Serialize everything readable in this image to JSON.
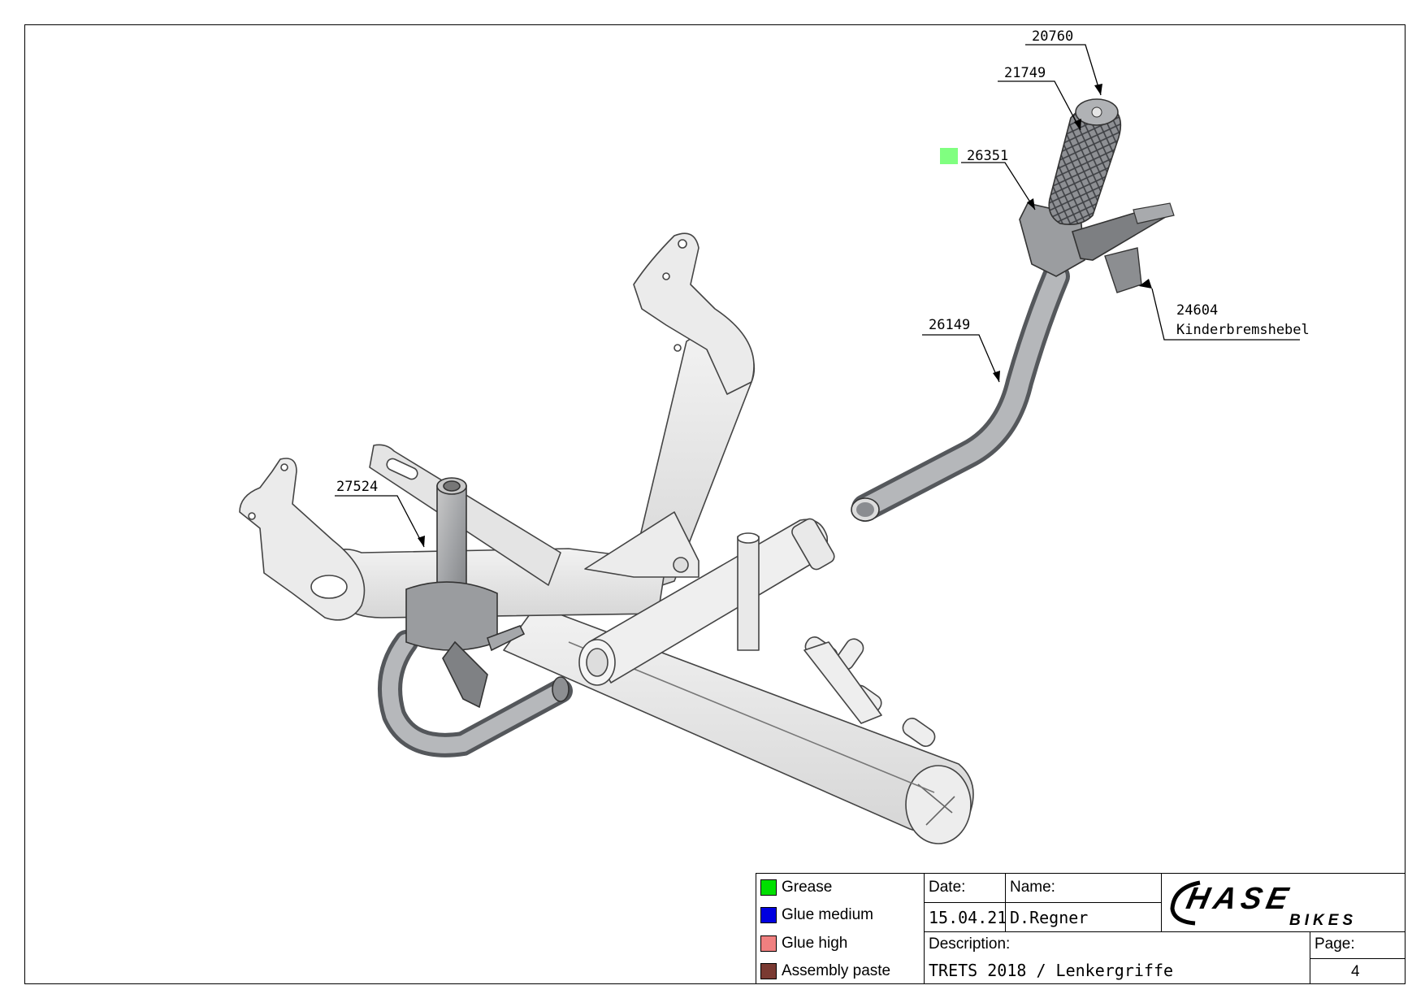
{
  "callouts": {
    "c20760": "20760",
    "c21749": "21749",
    "c26351": "26351",
    "c24604": "24604",
    "c24604_desc": "Kinderbremshebel",
    "c26149": "26149",
    "c27524": "27524"
  },
  "callout_marker_color": "#80ff80",
  "legend": [
    {
      "label": "Grease",
      "color": "#00e000"
    },
    {
      "label": "Glue medium",
      "color": "#0000e0"
    },
    {
      "label": "Glue high",
      "color": "#f08080"
    },
    {
      "label": "Assembly paste",
      "color": "#7a3a32"
    }
  ],
  "titleblock": {
    "date_label": "Date:",
    "date_value": "15.04.21",
    "name_label": "Name:",
    "name_value": "D.Regner",
    "description_label": "Description:",
    "description_value": "TRETS 2018 / Lenkergriffe",
    "page_label": "Page:",
    "page_value": "4",
    "logo_main": "HASE",
    "logo_sub": "BIKES"
  }
}
